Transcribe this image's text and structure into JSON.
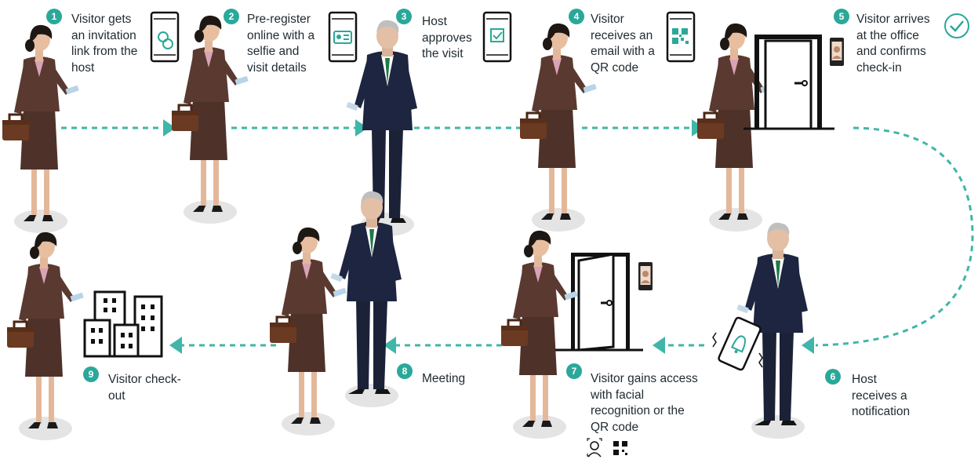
{
  "colors": {
    "accent": "#2aa89a",
    "dashed_arrow": "#3fb6a8",
    "visitor_suit": "#5a3a30",
    "host_suit": "#1d2540",
    "text": "#1f2a30"
  },
  "steps": [
    {
      "number": "1",
      "lines": [
        "Visitor gets",
        "an invitation",
        "link from the",
        "host"
      ],
      "icon": "phone-link-icon"
    },
    {
      "number": "2",
      "lines": [
        "Pre-register",
        "online with a",
        "selfie and",
        "visit details"
      ],
      "icon": "phone-id-card-icon"
    },
    {
      "number": "3",
      "lines": [
        "Host",
        "approves",
        "the visit"
      ],
      "icon": "phone-checkbox-icon"
    },
    {
      "number": "4",
      "lines": [
        "Visitor",
        "receives an",
        "email with a",
        "QR code"
      ],
      "icon": "phone-qr-code-icon"
    },
    {
      "number": "5",
      "lines": [
        "Visitor arrives",
        "at the office",
        "and confirms",
        "check-in"
      ],
      "icon": "check-circle-icon"
    },
    {
      "number": "6",
      "lines": [
        "Host",
        "receives a",
        "notification"
      ],
      "icon": "phone-bell-icon"
    },
    {
      "number": "7",
      "lines": [
        "Visitor gains access",
        "with facial",
        "recognition or the",
        "QR code"
      ],
      "icon": "face-and-qr-icon"
    },
    {
      "number": "8",
      "lines": [
        "Meeting"
      ],
      "icon": ""
    },
    {
      "number": "9",
      "lines": [
        "Visitor check-",
        "out"
      ],
      "icon": "office-buildings-icon"
    }
  ]
}
